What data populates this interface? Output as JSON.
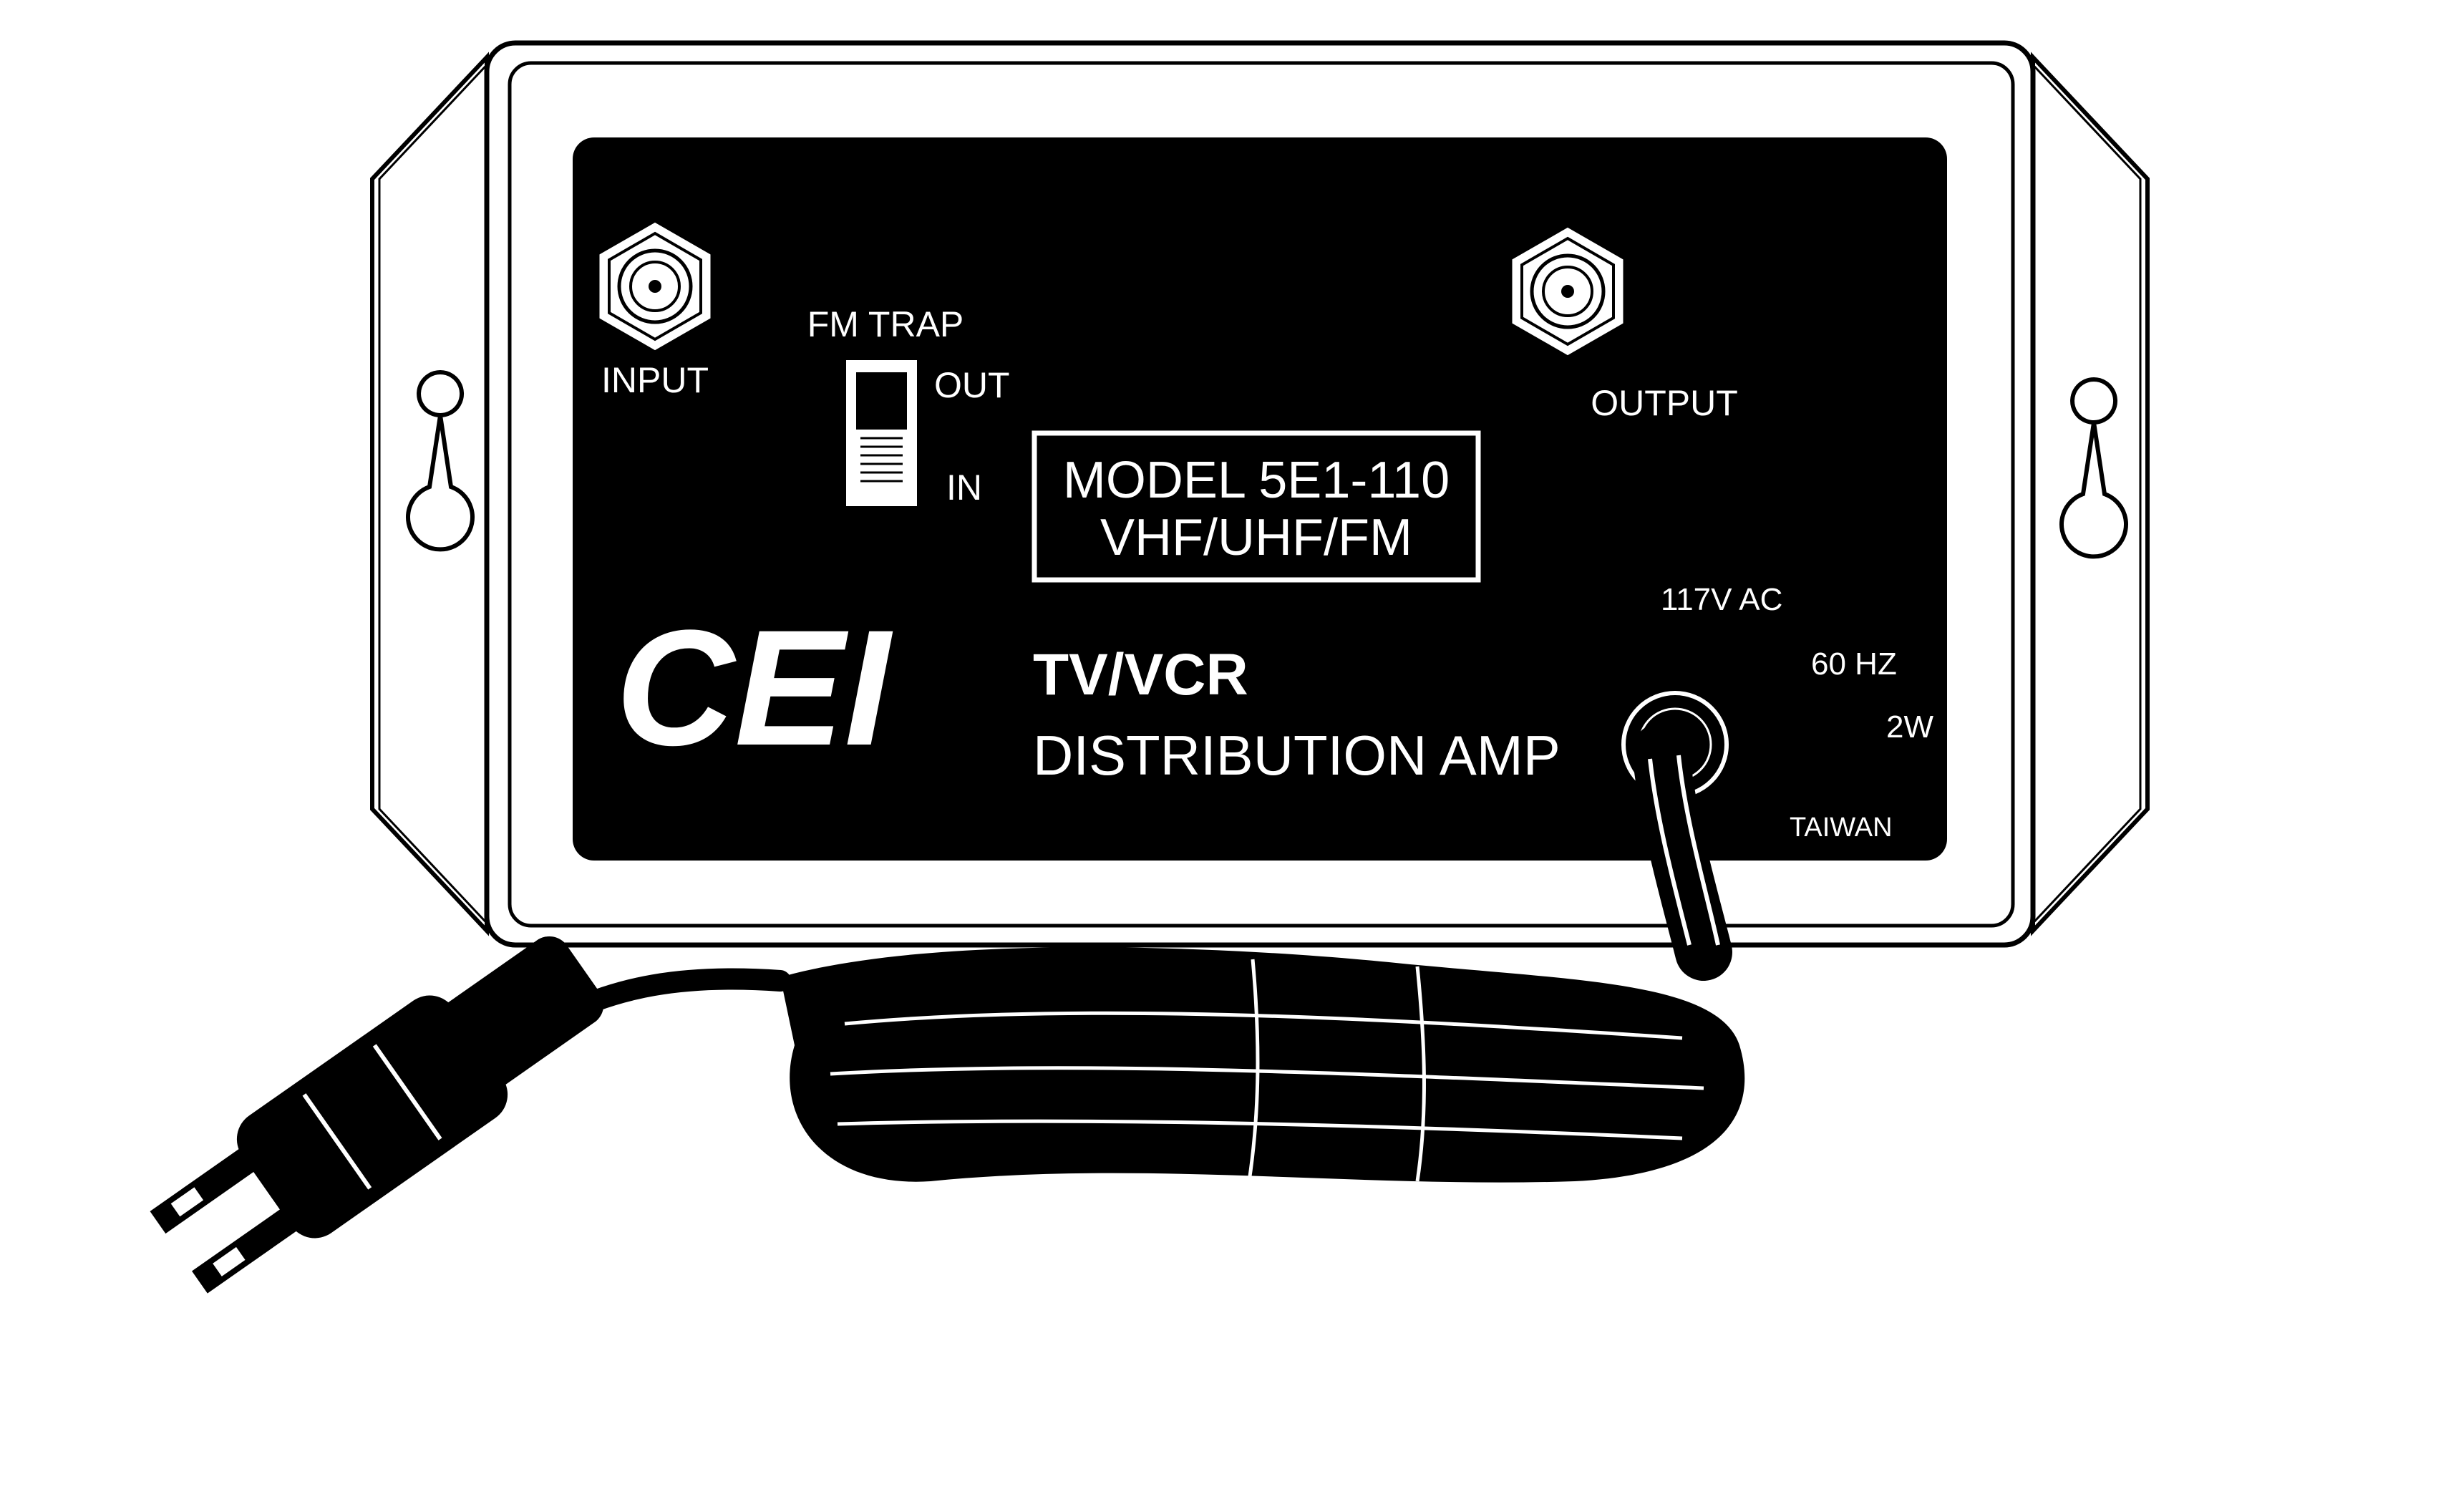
{
  "brand": {
    "logo_text": "CEI"
  },
  "ports": {
    "input_label": "INPUT",
    "output_label": "OUTPUT"
  },
  "fm_trap": {
    "title": "FM TRAP",
    "out_label": "OUT",
    "in_label": "IN",
    "position": "IN"
  },
  "model_box": {
    "line1": "MODEL 5E1-110",
    "line2": "VHF/UHF/FM"
  },
  "product": {
    "line1": "TV/VCR",
    "line2": "DISTRIBUTION AMP"
  },
  "specs": {
    "voltage": "117V AC",
    "frequency": "60 HZ",
    "power": "2W",
    "origin": "TAIWAN"
  },
  "colors": {
    "panel": "#000000",
    "housing": "#ffffff",
    "ink": "#000000"
  },
  "icons": {
    "input_connector": "coax-f-connector-icon",
    "output_connector": "coax-f-connector-icon",
    "mount_hole": "keyhole-icon",
    "power_plug": "two-prong-plug-icon"
  }
}
